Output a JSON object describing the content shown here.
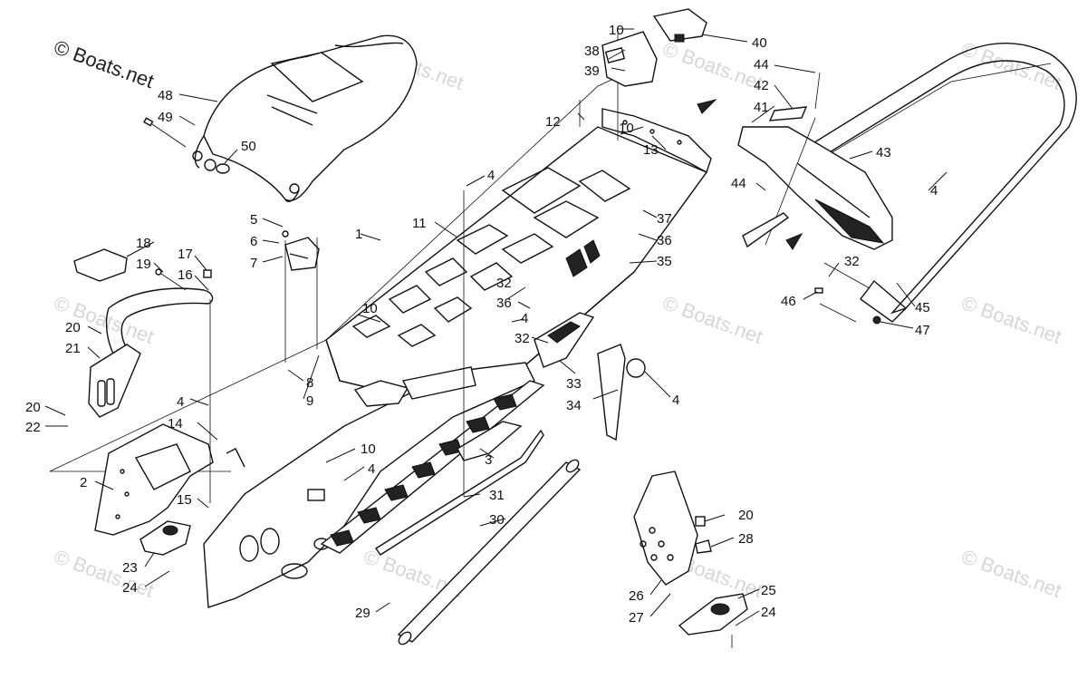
{
  "watermark": {
    "main": "© Boats.net",
    "repeat": "© Boats.net"
  },
  "callouts": [
    {
      "id": "c1",
      "text": "1"
    },
    {
      "id": "c2",
      "text": "2"
    },
    {
      "id": "c3",
      "text": "3"
    },
    {
      "id": "c4a",
      "text": "4"
    },
    {
      "id": "c4b",
      "text": "4"
    },
    {
      "id": "c4c",
      "text": "4"
    },
    {
      "id": "c4d",
      "text": "4"
    },
    {
      "id": "c4e",
      "text": "4"
    },
    {
      "id": "c4f",
      "text": "4"
    },
    {
      "id": "c5",
      "text": "5"
    },
    {
      "id": "c6",
      "text": "6"
    },
    {
      "id": "c7",
      "text": "7"
    },
    {
      "id": "c8",
      "text": "8"
    },
    {
      "id": "c9",
      "text": "9"
    },
    {
      "id": "c10a",
      "text": "10"
    },
    {
      "id": "c10b",
      "text": "10"
    },
    {
      "id": "c10c",
      "text": "10"
    },
    {
      "id": "c10d",
      "text": "10"
    },
    {
      "id": "c11",
      "text": "11"
    },
    {
      "id": "c12",
      "text": "12"
    },
    {
      "id": "c13",
      "text": "13"
    },
    {
      "id": "c14",
      "text": "14"
    },
    {
      "id": "c15",
      "text": "15"
    },
    {
      "id": "c16",
      "text": "16"
    },
    {
      "id": "c17",
      "text": "17"
    },
    {
      "id": "c18",
      "text": "18"
    },
    {
      "id": "c19",
      "text": "19"
    },
    {
      "id": "c20a",
      "text": "20"
    },
    {
      "id": "c20b",
      "text": "20"
    },
    {
      "id": "c20c",
      "text": "20"
    },
    {
      "id": "c21",
      "text": "21"
    },
    {
      "id": "c22",
      "text": "22"
    },
    {
      "id": "c23",
      "text": "23"
    },
    {
      "id": "c24a",
      "text": "24"
    },
    {
      "id": "c24b",
      "text": "24"
    },
    {
      "id": "c25",
      "text": "25"
    },
    {
      "id": "c26",
      "text": "26"
    },
    {
      "id": "c27",
      "text": "27"
    },
    {
      "id": "c28",
      "text": "28"
    },
    {
      "id": "c29",
      "text": "29"
    },
    {
      "id": "c30",
      "text": "30"
    },
    {
      "id": "c31",
      "text": "31"
    },
    {
      "id": "c32a",
      "text": "32"
    },
    {
      "id": "c32b",
      "text": "32"
    },
    {
      "id": "c32c",
      "text": "32"
    },
    {
      "id": "c33",
      "text": "33"
    },
    {
      "id": "c34",
      "text": "34"
    },
    {
      "id": "c35",
      "text": "35"
    },
    {
      "id": "c36a",
      "text": "36"
    },
    {
      "id": "c36b",
      "text": "36"
    },
    {
      "id": "c37",
      "text": "37"
    },
    {
      "id": "c38",
      "text": "38"
    },
    {
      "id": "c39",
      "text": "39"
    },
    {
      "id": "c40",
      "text": "40"
    },
    {
      "id": "c41",
      "text": "41"
    },
    {
      "id": "c42",
      "text": "42"
    },
    {
      "id": "c43",
      "text": "43"
    },
    {
      "id": "c44a",
      "text": "44"
    },
    {
      "id": "c44b",
      "text": "44"
    },
    {
      "id": "c45",
      "text": "45"
    },
    {
      "id": "c46",
      "text": "46"
    },
    {
      "id": "c47",
      "text": "47"
    },
    {
      "id": "c48",
      "text": "48"
    },
    {
      "id": "c49",
      "text": "49"
    },
    {
      "id": "c50",
      "text": "50"
    }
  ]
}
